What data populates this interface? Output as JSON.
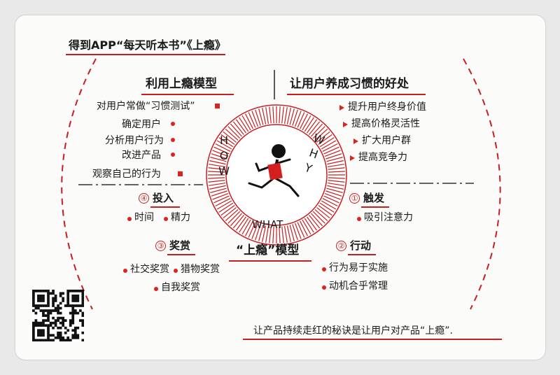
{
  "title": "得到APP“每天听本书”《上瘾》",
  "left_top": {
    "heading": "利用上瘾模型",
    "items": [
      "对用户常做“习惯测试”",
      "确定用户",
      "分析用户行为",
      "改进产品",
      "观察自己的行为"
    ]
  },
  "right_top": {
    "heading": "让用户养成习惯的好处",
    "items": [
      "提升用户终身价值",
      "提高价格灵活性",
      "扩大用户群",
      "提高竞争力"
    ]
  },
  "wheel": {
    "how": "HOW",
    "why": "WHY",
    "what": "WHAT",
    "model_label": "“上瘾”模型"
  },
  "stages": {
    "trigger": {
      "num": "①",
      "label": "触发",
      "items": [
        "吸引注意力"
      ]
    },
    "action": {
      "num": "②",
      "label": "行动",
      "items": [
        "行为易于实施",
        "动机合乎常理"
      ]
    },
    "reward": {
      "num": "③",
      "label": "奖赏",
      "items": [
        "社交奖赏",
        "猎物奖赏",
        "自我奖赏"
      ]
    },
    "invest": {
      "num": "④",
      "label": "投入",
      "items": [
        "时间",
        "精力"
      ]
    }
  },
  "footer": "让产品持续走红的秘诀是让用户对产品“上瘾”.",
  "colors": {
    "accent": "#c61f1f",
    "ink": "#1a1a1a"
  },
  "icons": {
    "runner": "running-man-with-book-icon",
    "qr": "qr-code-icon"
  }
}
